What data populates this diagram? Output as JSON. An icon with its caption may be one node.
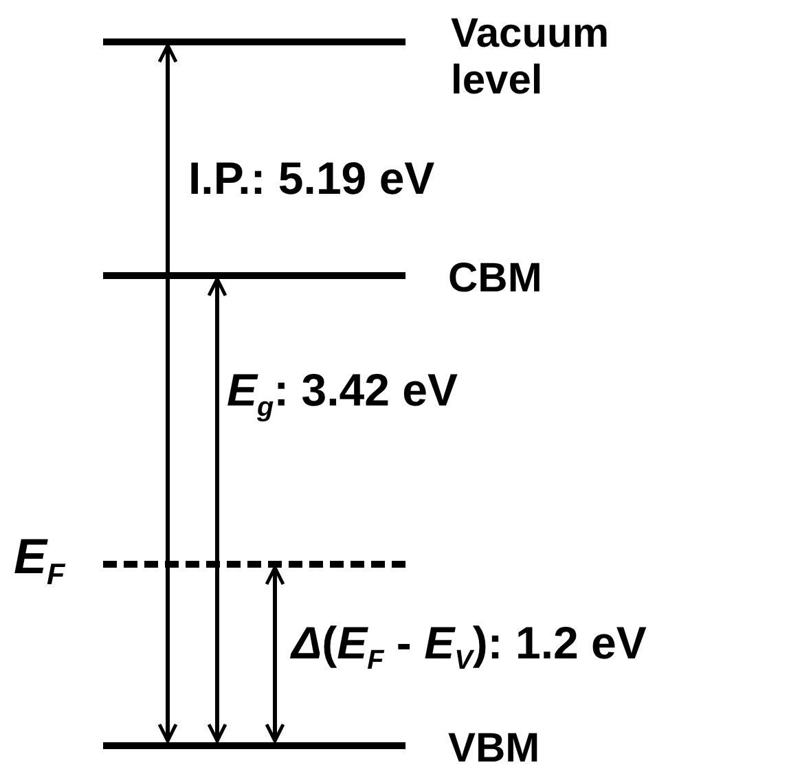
{
  "diagram": {
    "nodes": [
      {
        "text": [
          "Vacuum level"
        ]
      },
      {
        "text": [
          "CBM"
        ]
      },
      {
        "text": [
          "E$_{F}$"
        ]
      },
      {
        "text": [
          "VBM"
        ]
      }
    ],
    "edges": [
      {
        "from": 0,
        "to": 3,
        "arrow": "both",
        "label": "I.P.: 5.19 eV"
      },
      {
        "from": 1,
        "to": 3,
        "arrow": "both",
        "label": "*E*$_{g}$: 3.42 eV"
      },
      {
        "from": 2,
        "to": 3,
        "arrow": "both",
        "label": "*Δ*(*E*$_{F}$ - *E*$_{V}$): 1.2 eV"
      }
    ]
  }
}
